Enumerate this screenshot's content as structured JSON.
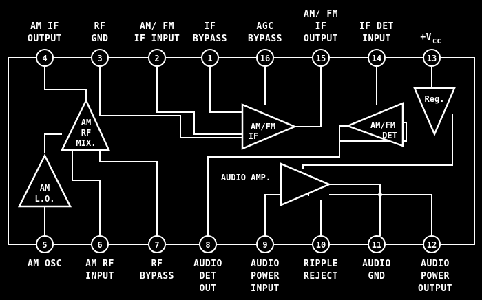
{
  "top_pins": [
    {
      "number": "4",
      "label": [
        "AM IF",
        "OUTPUT"
      ]
    },
    {
      "number": "3",
      "label": [
        "RF",
        "GND"
      ]
    },
    {
      "number": "2",
      "label": [
        "AM/ FM",
        "IF INPUT"
      ]
    },
    {
      "number": "1",
      "label": [
        "IF",
        "BYPASS"
      ]
    },
    {
      "number": "16",
      "label": [
        "AGC",
        "BYPASS"
      ]
    },
    {
      "number": "15",
      "label": [
        "AM/ FM",
        "IF",
        "OUTPUT"
      ]
    },
    {
      "number": "14",
      "label": [
        "IF DET",
        "INPUT"
      ]
    },
    {
      "number": "13",
      "label": [
        "+V",
        "CC"
      ]
    }
  ],
  "bottom_pins": [
    {
      "number": "5",
      "label": [
        "AM OSC"
      ]
    },
    {
      "number": "6",
      "label": [
        "AM RF",
        "INPUT"
      ]
    },
    {
      "number": "7",
      "label": [
        "RF",
        "BYPASS"
      ]
    },
    {
      "number": "8",
      "label": [
        "AUDIO",
        "DET",
        "OUT"
      ]
    },
    {
      "number": "9",
      "label": [
        "AUDIO",
        "POWER",
        "INPUT"
      ]
    },
    {
      "number": "10",
      "label": [
        "RIPPLE",
        "REJECT"
      ]
    },
    {
      "number": "11",
      "label": [
        "AUDIO",
        "GND"
      ]
    },
    {
      "number": "12",
      "label": [
        "AUDIO",
        "POWER",
        "OUTPUT"
      ]
    }
  ],
  "blocks": {
    "am_rf_mix": [
      "AM",
      "RF",
      "MIX."
    ],
    "am_lo": [
      "AM",
      "L.O."
    ],
    "am_fm_if": [
      "AM/FM",
      "IF"
    ],
    "am_fm_det": [
      "AM/FM",
      "DET"
    ],
    "reg": "Reg.",
    "audio_amp": "AUDIO AMP."
  }
}
